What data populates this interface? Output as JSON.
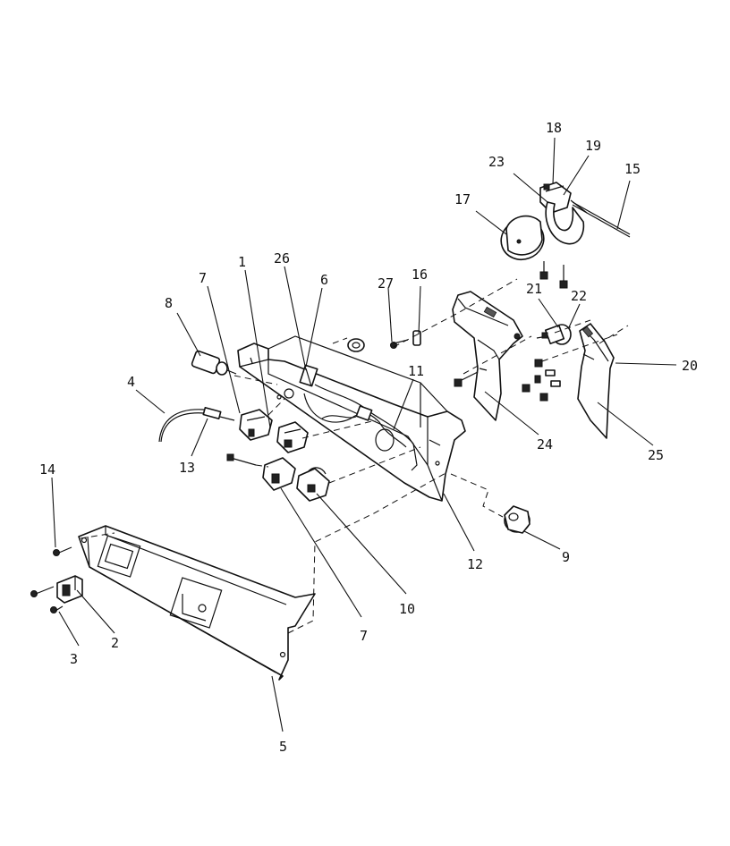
{
  "diagram": {
    "callouts": [
      {
        "id": "c1",
        "text": "1"
      },
      {
        "id": "c2",
        "text": "2"
      },
      {
        "id": "c3",
        "text": "3"
      },
      {
        "id": "c4",
        "text": "4"
      },
      {
        "id": "c5",
        "text": "5"
      },
      {
        "id": "c6",
        "text": "6"
      },
      {
        "id": "c7a",
        "text": "7"
      },
      {
        "id": "c7b",
        "text": "7"
      },
      {
        "id": "c8",
        "text": "8"
      },
      {
        "id": "c9",
        "text": "9"
      },
      {
        "id": "c10",
        "text": "10"
      },
      {
        "id": "c11",
        "text": "11"
      },
      {
        "id": "c12",
        "text": "12"
      },
      {
        "id": "c13",
        "text": "13"
      },
      {
        "id": "c14",
        "text": "14"
      },
      {
        "id": "c15",
        "text": "15"
      },
      {
        "id": "c16",
        "text": "16"
      },
      {
        "id": "c17",
        "text": "17"
      },
      {
        "id": "c18",
        "text": "18"
      },
      {
        "id": "c19",
        "text": "19"
      },
      {
        "id": "c20",
        "text": "20"
      },
      {
        "id": "c21",
        "text": "21"
      },
      {
        "id": "c22",
        "text": "22"
      },
      {
        "id": "c23",
        "text": "23"
      },
      {
        "id": "c24",
        "text": "24"
      },
      {
        "id": "c25",
        "text": "25"
      },
      {
        "id": "c26",
        "text": "26"
      },
      {
        "id": "c27",
        "text": "27"
      }
    ]
  }
}
